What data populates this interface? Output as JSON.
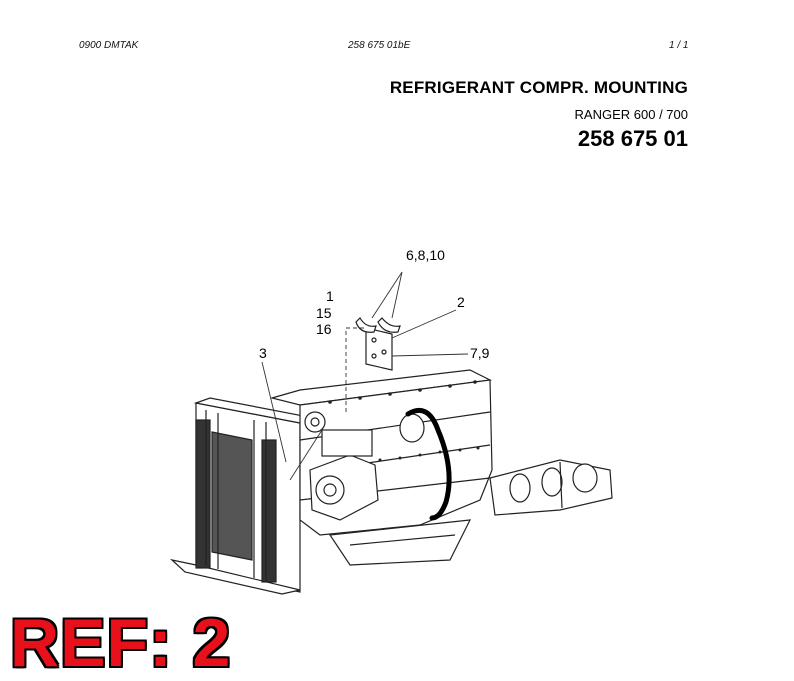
{
  "header": {
    "left": "0900   DMTAK",
    "doc_code": "258 675 01bE",
    "page": "1   /  1"
  },
  "title": "REFRIGERANT COMPR. MOUNTING",
  "model": "RANGER 600 / 700",
  "part_number": "258 675 01",
  "callouts": {
    "c6810": "6,8,10",
    "c1": "1",
    "c15": "15",
    "c16": "16",
    "c2": "2",
    "c3": "3",
    "c79": "7,9"
  },
  "ref_label": "REF: 2",
  "colors": {
    "ref_fill": "#e8101a",
    "ref_outline": "#000000",
    "hose": "#000000"
  }
}
